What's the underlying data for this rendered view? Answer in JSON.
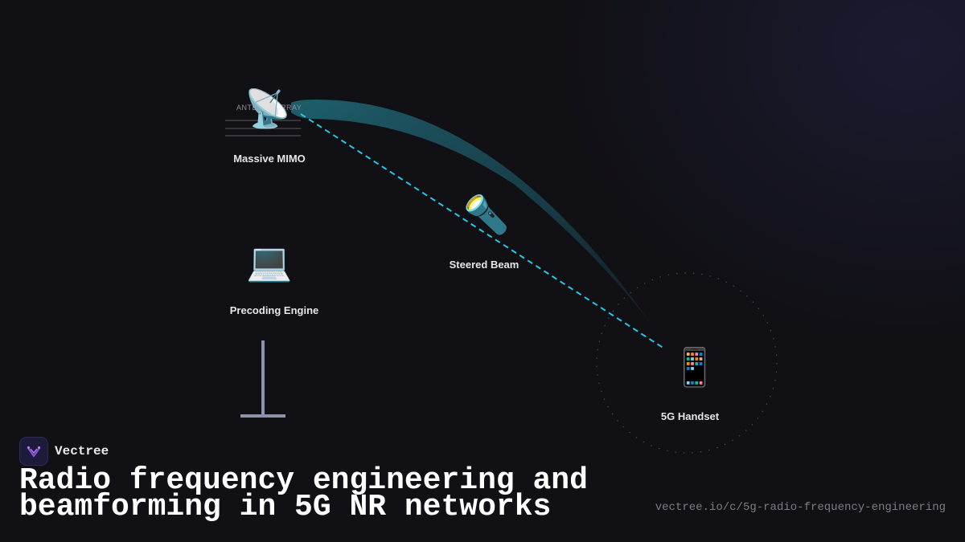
{
  "brand": {
    "name": "Vectree"
  },
  "title": "Radio frequency engineering and beamforming in 5G NR networks",
  "url": "vectree.io/c/5g-radio-frequency-engineering",
  "nodes": {
    "mimo": {
      "label": "Massive MIMO",
      "icon": "satellite-antenna-icon",
      "caption": "ANTENNA ARRAY"
    },
    "beam": {
      "label": "Steered Beam",
      "icon": "flashlight-icon"
    },
    "precoding": {
      "label": "Precoding Engine",
      "icon": "laptop-icon"
    },
    "handset": {
      "label": "5G Handset",
      "icon": "mobile-phone-icon"
    }
  },
  "colors": {
    "beam": "#1f5a68",
    "link": "#22c8e6",
    "accent": "#8a4fd8"
  }
}
